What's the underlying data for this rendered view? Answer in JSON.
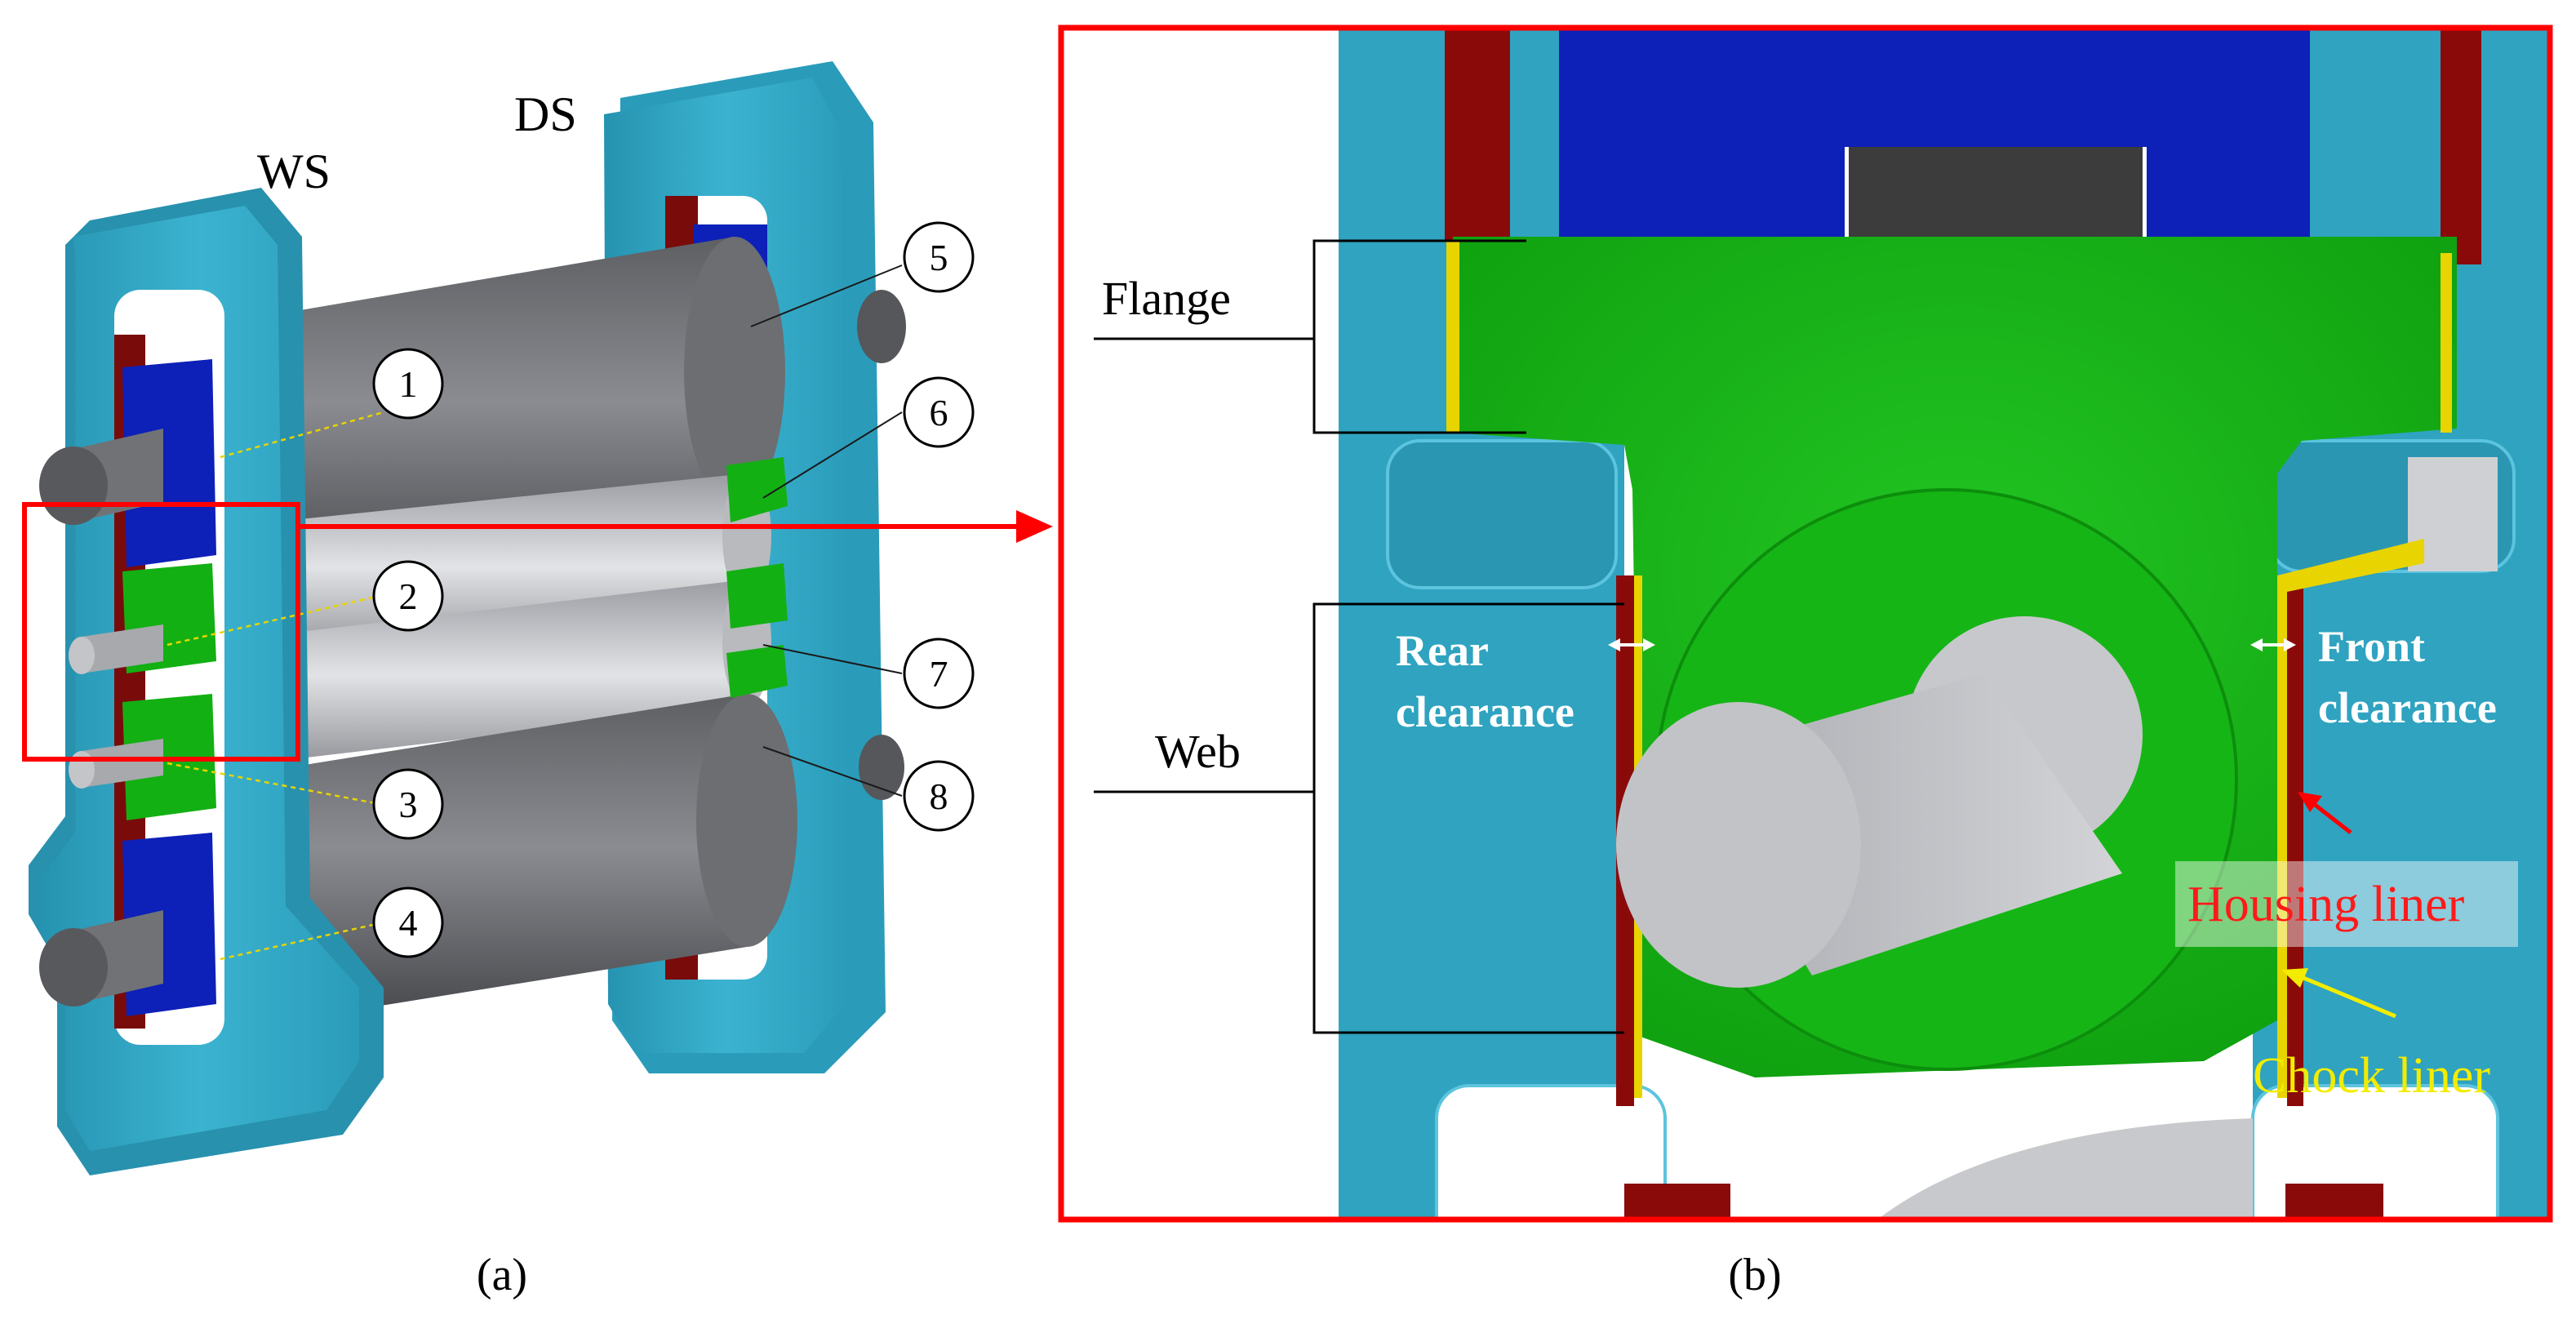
{
  "panel_a": {
    "side_labels": {
      "ws": "WS",
      "ds": "DS"
    },
    "callouts": [
      "1",
      "2",
      "3",
      "4",
      "5",
      "6",
      "7",
      "8"
    ],
    "caption": "(a)"
  },
  "panel_b": {
    "labels": {
      "flange": "Flange",
      "web": "Web",
      "rear_clearance_1": "Rear",
      "rear_clearance_2": "clearance",
      "front_clearance_1": "Front",
      "front_clearance_2": "clearance",
      "housing_liner": "Housing liner",
      "chock_liner": "Chock liner"
    },
    "caption": "(b)"
  },
  "colors": {
    "housing": "#2fa3c0",
    "chock": "#13b013",
    "bearing_block": "#0d20b8",
    "roll": "#7d7f84",
    "housing_liner": "#8a0a0a",
    "chock_liner": "#e8d400",
    "highlight": "#ff0000"
  }
}
